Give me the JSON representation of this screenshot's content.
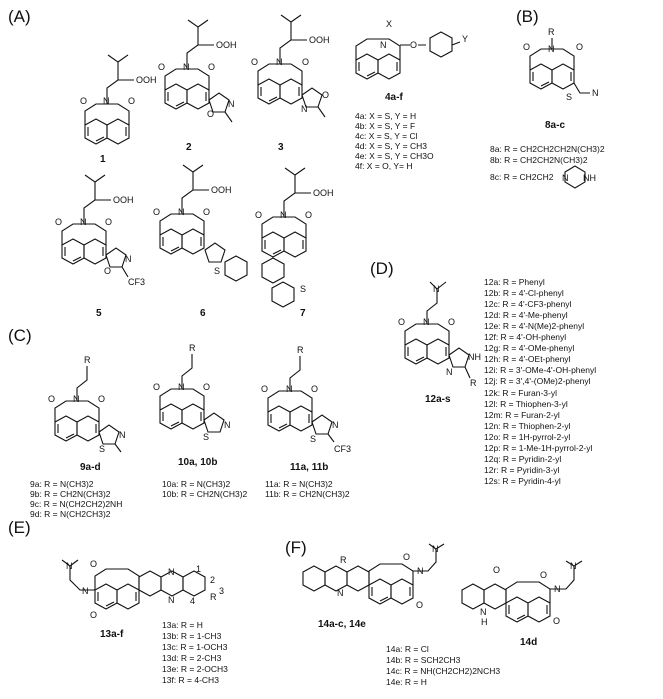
{
  "panels": {
    "A": {
      "label": "(A)",
      "compound_ids": [
        "1",
        "2",
        "3",
        "4a-f",
        "5",
        "6",
        "7"
      ],
      "series_4": [
        "4a: X = S, Y = H",
        "4b: X = S, Y = F",
        "4c: X = S, Y = Cl",
        "4d: X = S, Y = CH3",
        "4e: X = S, Y = CH3O",
        "4f: X = O, Y= H"
      ]
    },
    "B": {
      "label": "(B)",
      "compound_id": "8a-c",
      "series_8": [
        "8a: R = CH2CH2CH2N(CH3)2",
        "8b: R = CH2CH2N(CH3)2",
        "8c: R = CH2CH2"
      ]
    },
    "C": {
      "label": "(C)",
      "compound_ids": [
        "9a-d",
        "10a, 10b",
        "11a, 11b"
      ],
      "series_9": [
        "9a: R = N(CH3)2",
        "9b: R = CH2N(CH3)2",
        "9c: R = N(CH2CH2)2NH",
        "9d: R = N(CH2CH3)2"
      ],
      "series_10": [
        "10a: R = N(CH3)2",
        "10b: R = CH2N(CH3)2"
      ],
      "series_11": [
        "11a: R = N(CH3)2",
        "11b: R = CH2N(CH3)2"
      ]
    },
    "D": {
      "label": "(D)",
      "compound_id": "12a-s",
      "series_12": [
        "12a: R = Phenyl",
        "12b: R = 4'-Cl-phenyl",
        "12c: R = 4'-CF3-phenyl",
        "12d: R = 4'-Me-phenyl",
        "12e: R = 4'-N(Me)2-phenyl",
        "12f: R = 4'-OH-phenyl",
        "12g: R = 4'-OMe-phenyl",
        "12h: R = 4'-OEt-phenyl",
        "12i: R = 3'-OMe-4'-OH-phenyl",
        "12j: R = 3',4'-(OMe)2-phenyl",
        "12k: R = Furan-3-yl",
        "12l: R = Thiophen-3-yl",
        "12m: R = Furan-2-yl",
        "12n: R = Thiophen-2-yl",
        "12o: R = 1H-pyrrol-2-yl",
        "12p: R = 1-Me-1H-pyrrol-2-yl",
        "12q: R = Pyridin-2-yl",
        "12r: R = Pyridin-3-yl",
        "12s: R = Pyridin-4-yl"
      ]
    },
    "E": {
      "label": "(E)",
      "compound_id": "13a-f",
      "series_13": [
        "13a: R = H",
        "13b: R = 1-CH3",
        "13c: R = 1-OCH3",
        "13d: R = 2-CH3",
        "13e: R = 2-OCH3",
        "13f: R = 4-CH3"
      ]
    },
    "F": {
      "label": "(F)",
      "compound_ids": [
        "14a-c, 14e",
        "14d"
      ],
      "series_14": [
        "14a: R = Cl",
        "14b: R = SCH2CH3",
        "14c: R = NH(CH2CH2)2NCH3",
        "14e: R = H"
      ]
    }
  },
  "atoms": {
    "O": "O",
    "N": "N",
    "S": "S",
    "OOH": "OOH",
    "R": "R",
    "X": "X",
    "Y": "Y",
    "CF3": "CF3",
    "NH": "NH",
    "N_H": "H"
  },
  "ring_numbers": [
    "1",
    "2",
    "3",
    "4"
  ]
}
